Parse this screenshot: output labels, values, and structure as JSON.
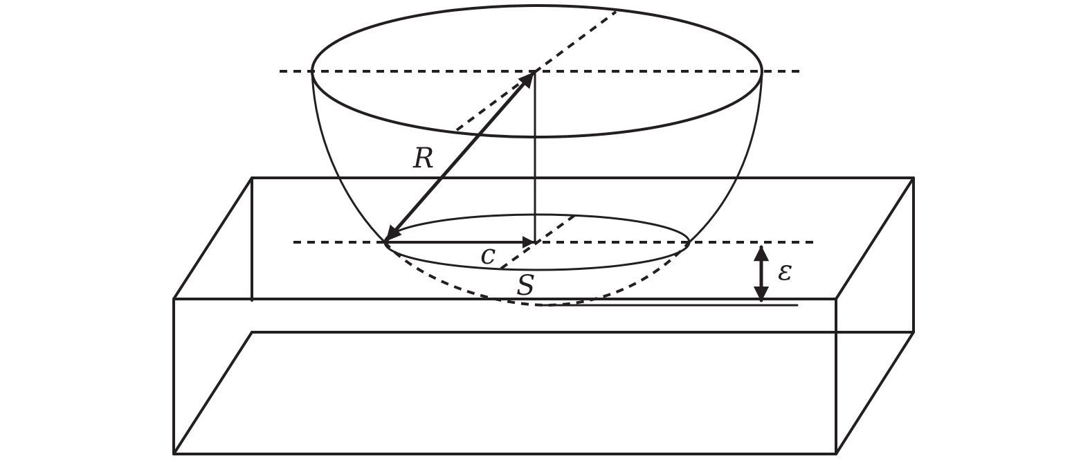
{
  "labels": {
    "radius": "R",
    "contact_radius": "c",
    "sink_depth": "S",
    "displacement": "ε"
  },
  "colors": {
    "stroke": "#231f20",
    "background": "#ffffff"
  }
}
